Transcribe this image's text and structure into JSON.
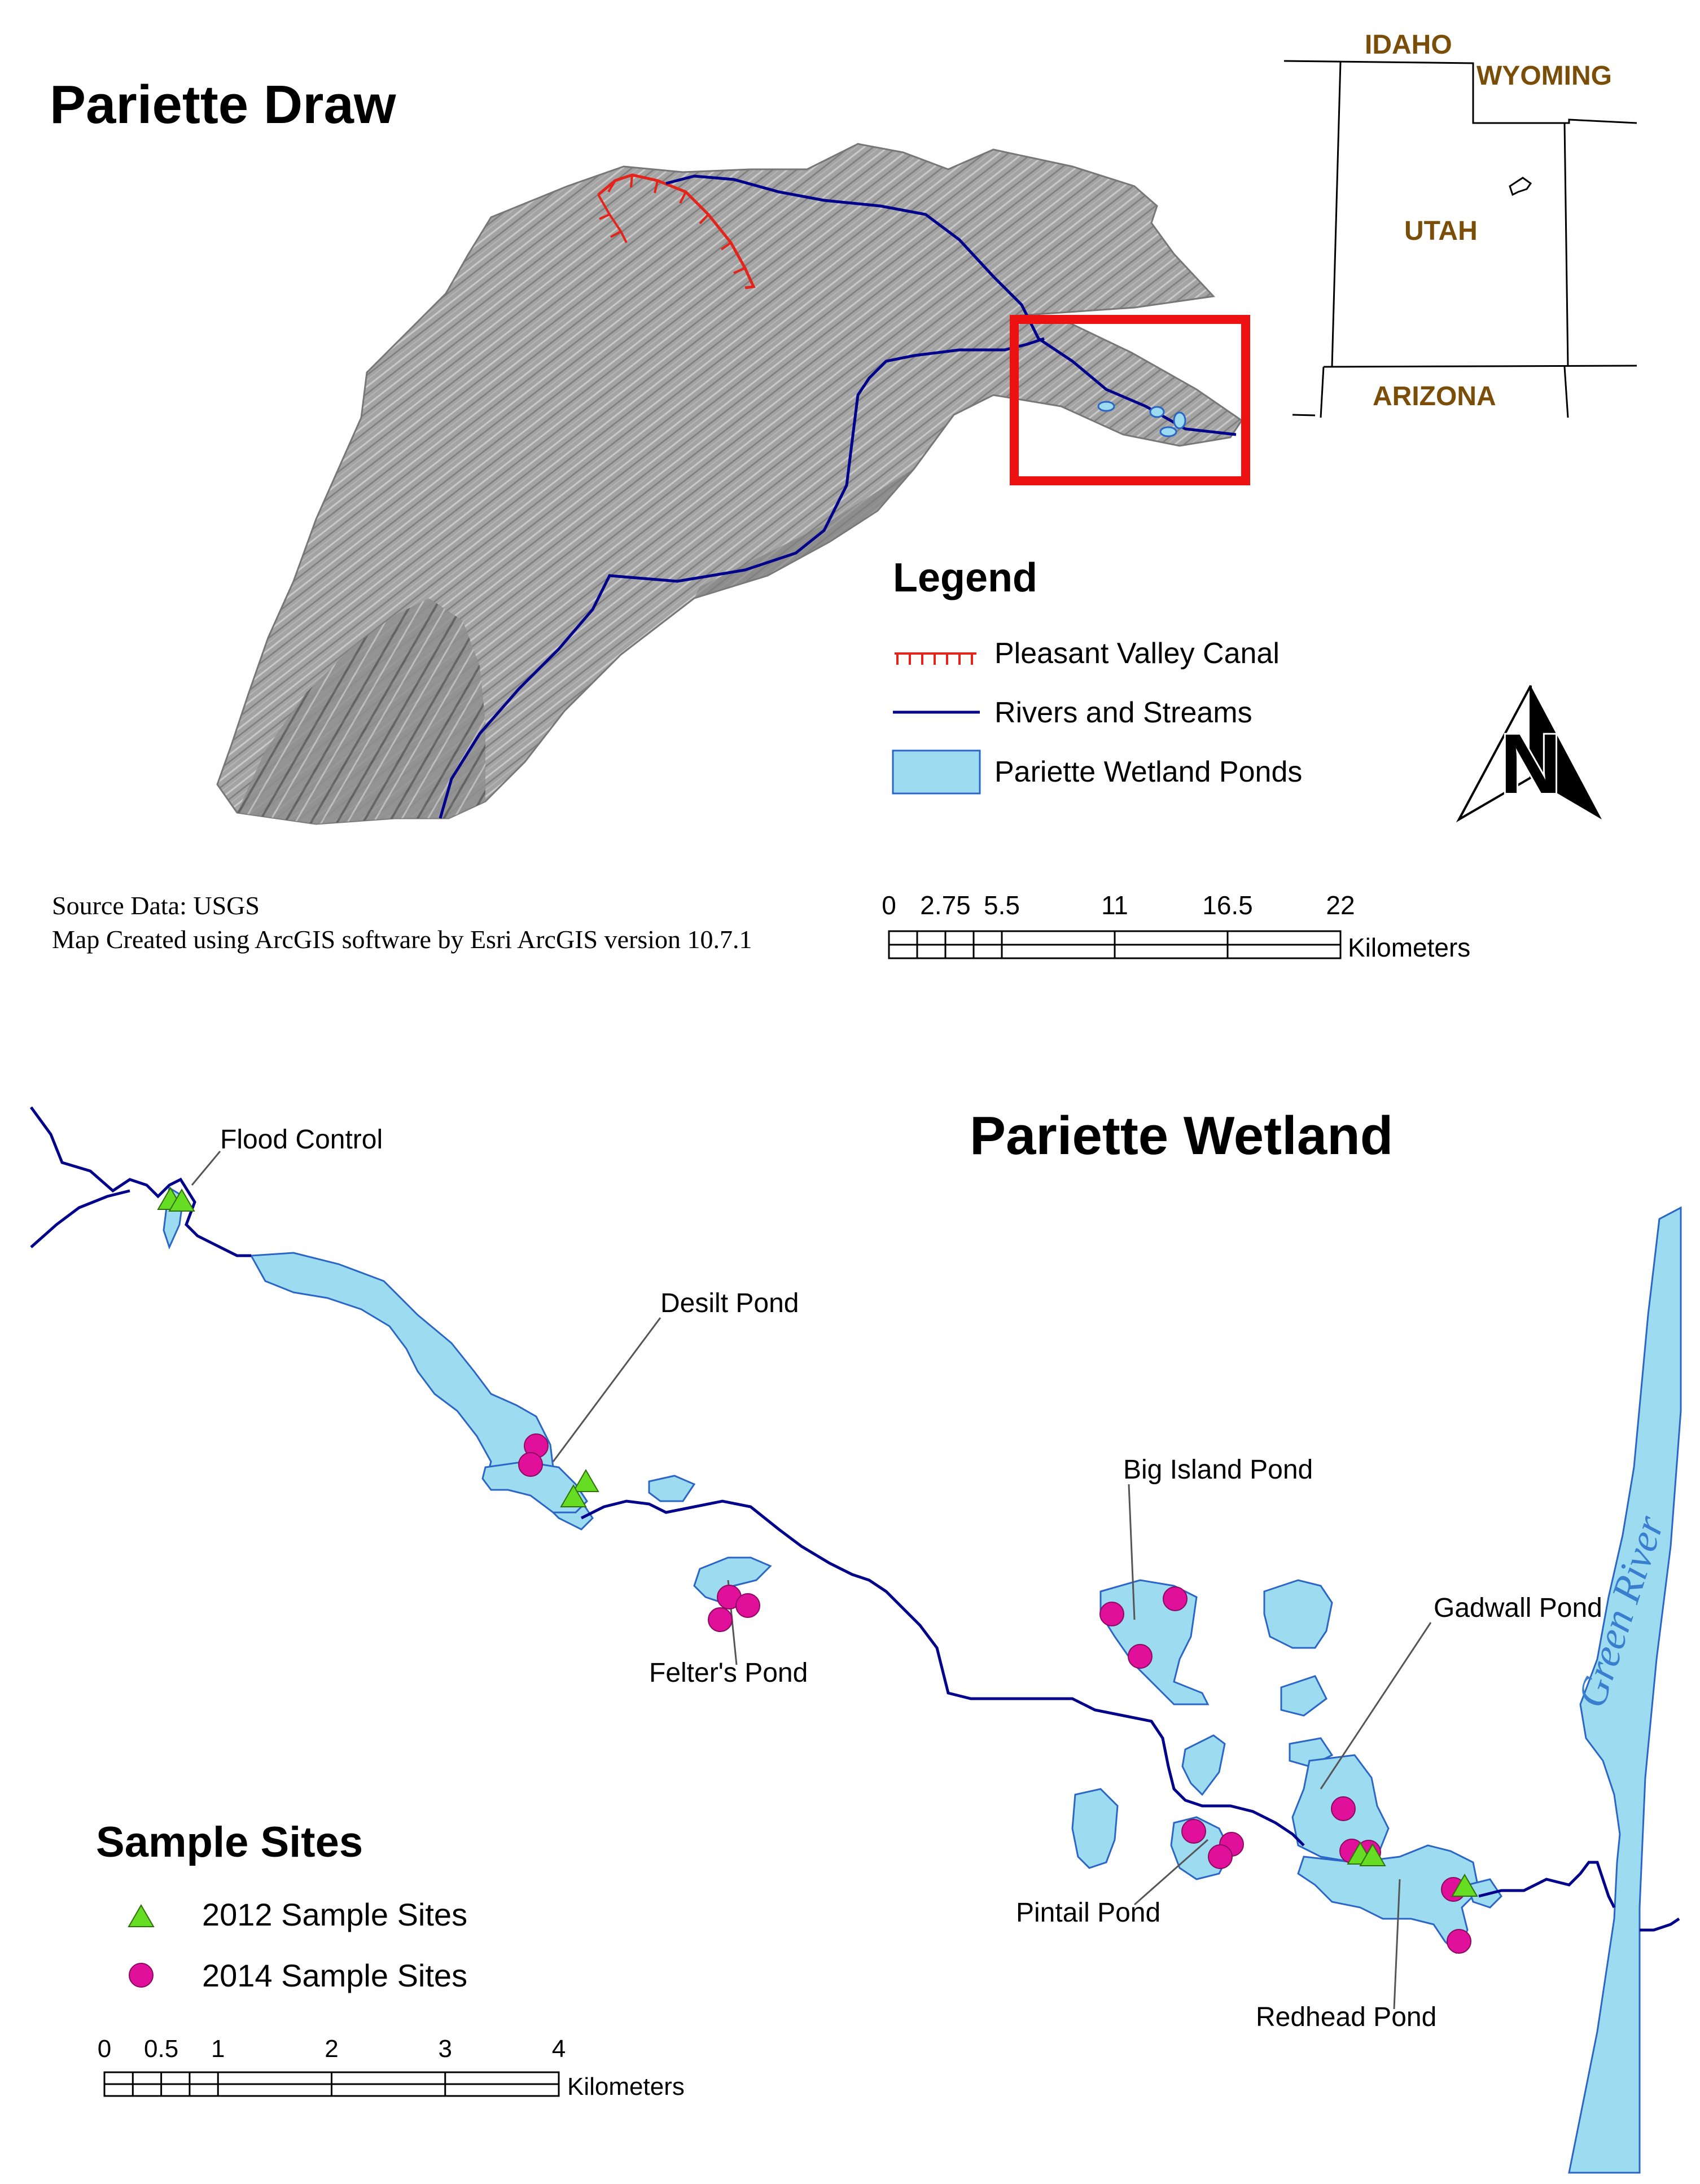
{
  "colors": {
    "terrain": "#9e9e9e",
    "terrain_dark": "#6f6f6f",
    "river": "#00008b",
    "canal": "#e3241b",
    "pond_fill": "#9ddcf0",
    "pond_stroke": "#2b66c7",
    "highlight_box": "#ee1111",
    "state_label": "#7a4e08",
    "site_2012": "#66dd22",
    "site_2014": "#e0109a"
  },
  "draw_map": {
    "title": "Pariette Draw",
    "legend": {
      "title": "Legend",
      "items": [
        {
          "label": "Pleasant Valley Canal",
          "symbol": "canal-line"
        },
        {
          "label": "Rivers and Streams",
          "symbol": "river-line"
        },
        {
          "label": "Pariette Wetland Ponds",
          "symbol": "pond-patch"
        }
      ]
    },
    "north_arrow_letter": "N",
    "credits": [
      "Source Data: USGS",
      "Map Created using ArcGIS software by Esri ArcGIS version 10.7.1"
    ],
    "scale_bar": {
      "ticks": [
        "0",
        "2.75",
        "5.5",
        "11",
        "16.5",
        "22"
      ],
      "tick_values": [
        0,
        2.75,
        5.5,
        11,
        16.5,
        22
      ],
      "unit": "Kilometers"
    }
  },
  "inset_map": {
    "states": [
      "IDAHO",
      "WYOMING",
      "UTAH",
      "ARIZONA"
    ]
  },
  "wetland_map": {
    "title": "Pariette Wetland",
    "river_label": "Green River",
    "pond_labels": [
      "Flood Control",
      "Desilt Pond",
      "Felter's Pond",
      "Big Island Pond",
      "Gadwall Pond",
      "Pintail Pond",
      "Redhead Pond"
    ],
    "sample_sites_legend": {
      "title": "Sample Sites",
      "items": [
        {
          "label": "2012 Sample Sites",
          "symbol": "triangle"
        },
        {
          "label": "2014 Sample Sites",
          "symbol": "circle"
        }
      ]
    },
    "scale_bar": {
      "ticks": [
        "0",
        "0.5",
        "1",
        "2",
        "3",
        "4"
      ],
      "tick_values": [
        0,
        0.5,
        1,
        2,
        3,
        4
      ],
      "unit": "Kilometers"
    }
  }
}
